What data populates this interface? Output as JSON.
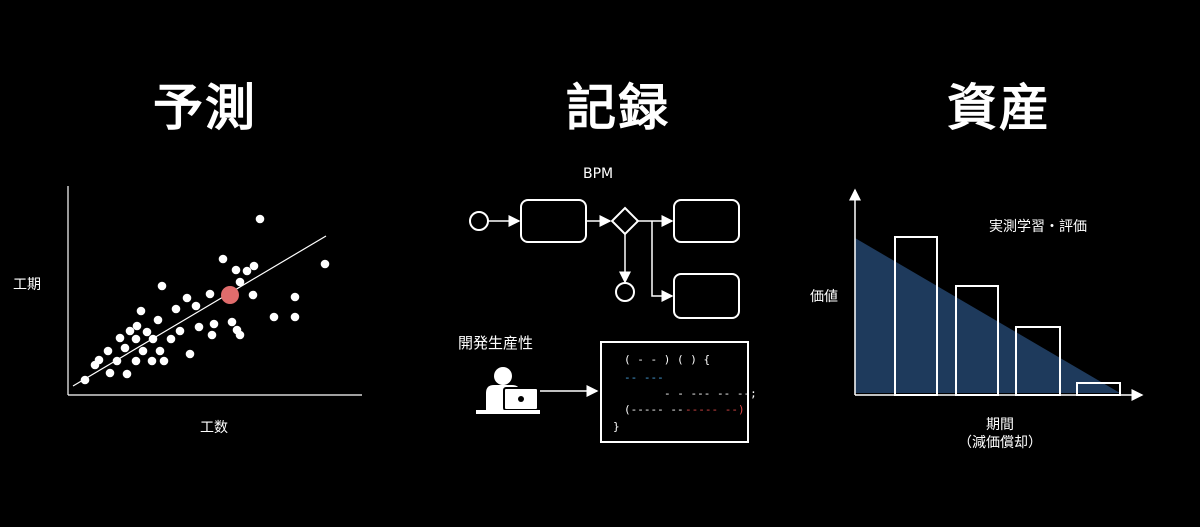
{
  "panels": {
    "prediction": {
      "title": "予測",
      "y_axis_label": "工期",
      "x_axis_label": "工数"
    },
    "record": {
      "title": "記録",
      "bpm_label": "BPM",
      "productivity_label": "開発生産性",
      "code_lines": [
        "( - - )  ( ) {",
        "-- ---",
        "- - --- -- --;",
        "(----- --",
        "----- --)",
        "}"
      ]
    },
    "asset": {
      "title": "資産",
      "y_axis_label": "価値",
      "x_axis_label_line1": "期間",
      "x_axis_label_line2": "（減価償却）",
      "annotation": "実測学習・評価"
    }
  },
  "colors": {
    "background": "#000000",
    "highlight_point": "#e06c6c",
    "area_fill": "#1e3a5c",
    "code_blue": "#4aa3df",
    "code_red": "#e04848"
  }
}
